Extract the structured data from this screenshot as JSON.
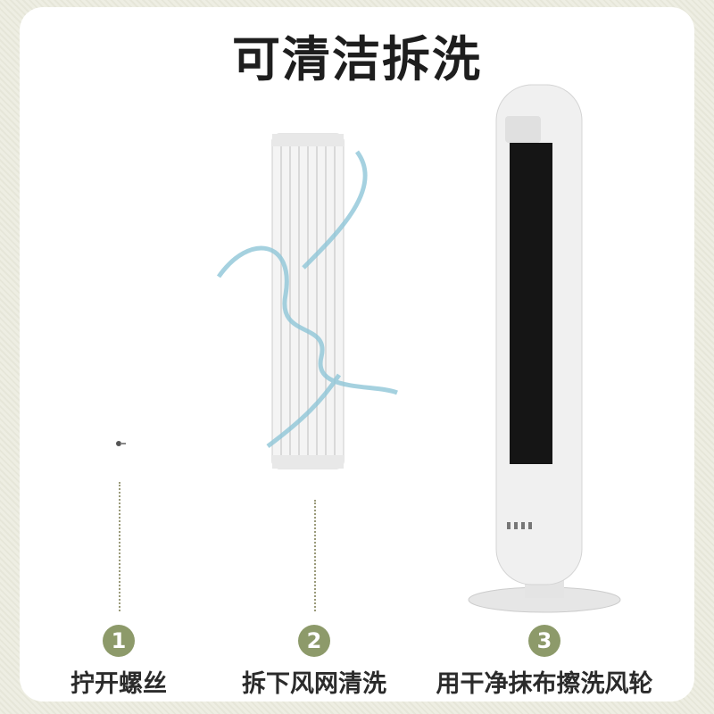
{
  "title": "可清洁拆洗",
  "steps": [
    {
      "number": "1",
      "label": "拧开螺丝"
    },
    {
      "number": "2",
      "label": "拆下风网清洗"
    },
    {
      "number": "3",
      "label": "用干净抹布擦洗风轮"
    }
  ],
  "colors": {
    "accent": "#8d9a6a",
    "background": "#eeeee3",
    "text": "#2b2b2b"
  },
  "icons": [
    "screw-icon",
    "filter-mesh-icon",
    "water-splash-icon",
    "tower-fan-icon"
  ]
}
